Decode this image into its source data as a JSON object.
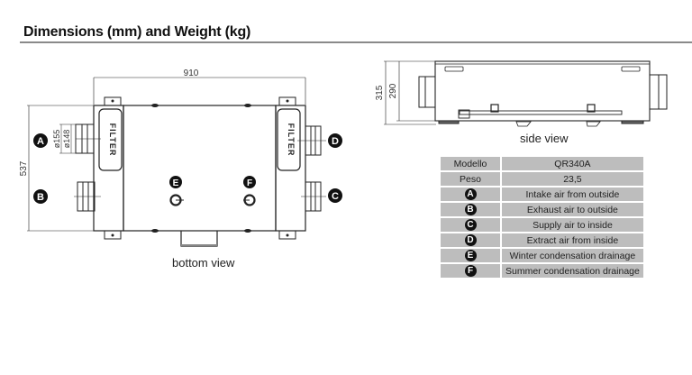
{
  "header": {
    "title": "Dimensions (mm) and Weight (kg)"
  },
  "bottom_view": {
    "caption": "bottom view",
    "width_dim": "910",
    "depth_dim": "537",
    "outer_diameter": "ø155",
    "inner_diameter": "ø148",
    "filter_label": "FILTER",
    "ports": {
      "a": "A",
      "b": "B",
      "c": "C",
      "d": "D",
      "e": "E",
      "f": "F"
    }
  },
  "side_view": {
    "caption": "side view",
    "total_height_dim": "315",
    "body_height_dim": "290"
  },
  "spec_table": {
    "rows": [
      {
        "key": "Modello",
        "value": "QR340A",
        "badge": false
      },
      {
        "key": "Peso",
        "value": "23,5",
        "badge": false
      },
      {
        "key": "A",
        "value": "Intake air from outside",
        "badge": true
      },
      {
        "key": "B",
        "value": "Exhaust air to outside",
        "badge": true
      },
      {
        "key": "C",
        "value": "Supply air to inside",
        "badge": true
      },
      {
        "key": "D",
        "value": "Extract air from inside",
        "badge": true
      },
      {
        "key": "E",
        "value": "Winter condensation drainage",
        "badge": true
      },
      {
        "key": "F",
        "value": "Summer condensation drainage",
        "badge": true
      }
    ]
  },
  "colors": {
    "table_bg": "#bdbdbd",
    "rule": "#8a8a8a",
    "badge": "#111111"
  }
}
